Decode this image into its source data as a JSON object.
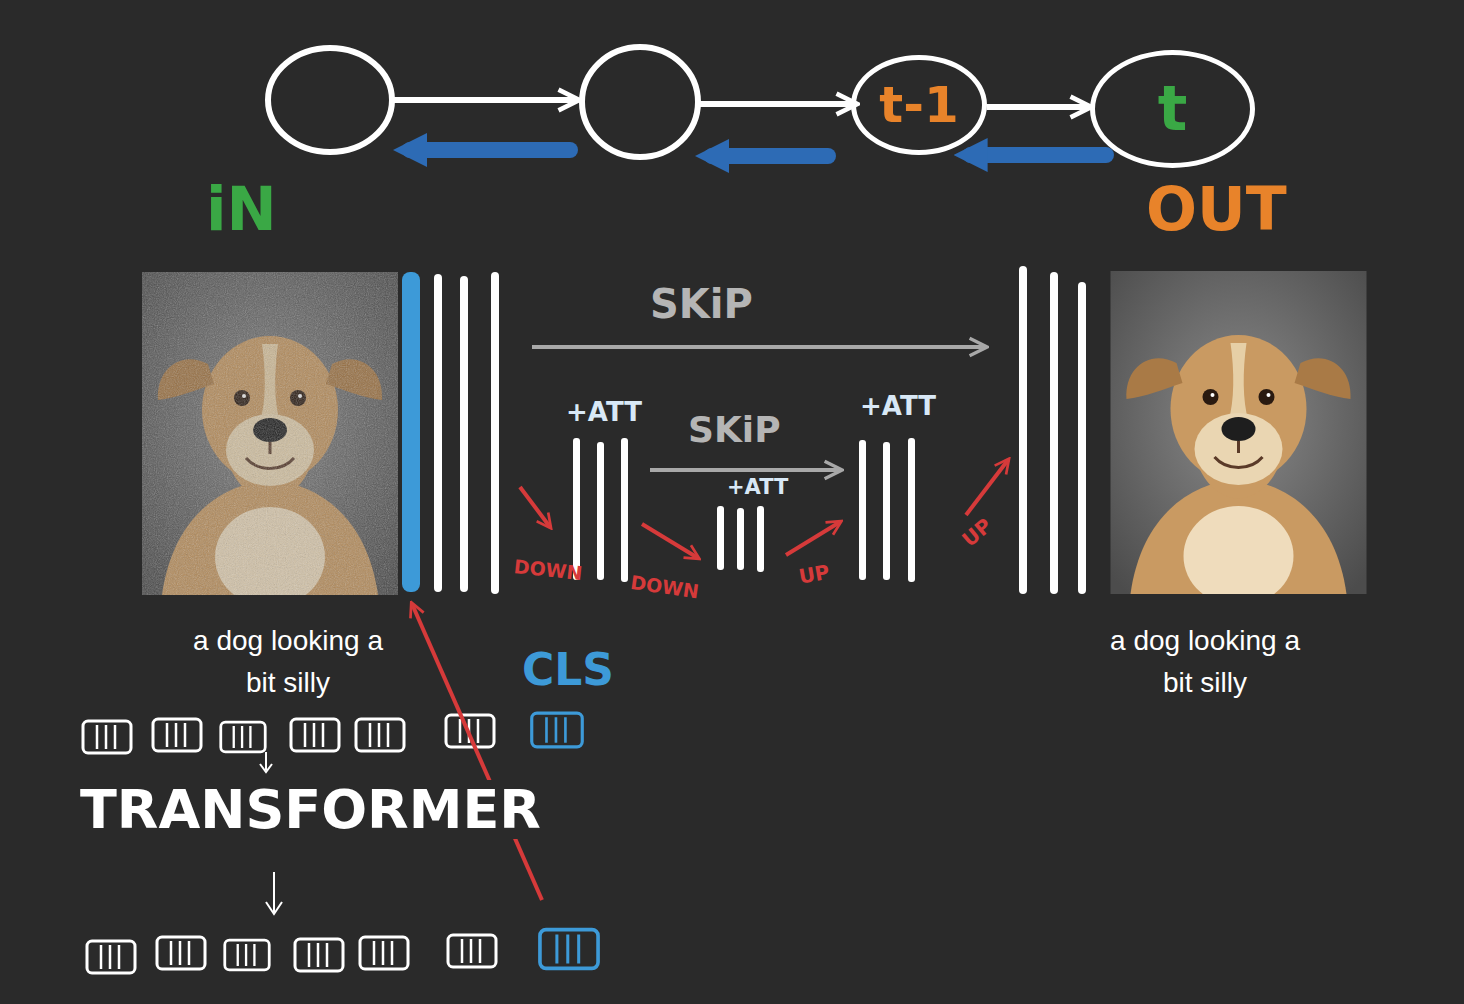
{
  "diagram": {
    "nodes": [
      {
        "text": [
          "t-1"
        ]
      },
      {
        "text": [
          "t"
        ]
      }
    ],
    "edges": [
      {
        "from": 0,
        "to": 1,
        "arrow": "to"
      },
      {
        "from": 1,
        "to": 0,
        "arrow": "to"
      }
    ],
    "labels": [
      "iN",
      "OUT",
      "SKiP",
      "SKiP",
      "+ATT",
      "+ATT",
      "+ATT",
      "DOWN",
      "DOWN",
      "UP",
      "UP",
      "a dog looking a bit silly",
      "a dog looking a bit silly",
      "CLS",
      "TRANSFORMER"
    ]
  }
}
